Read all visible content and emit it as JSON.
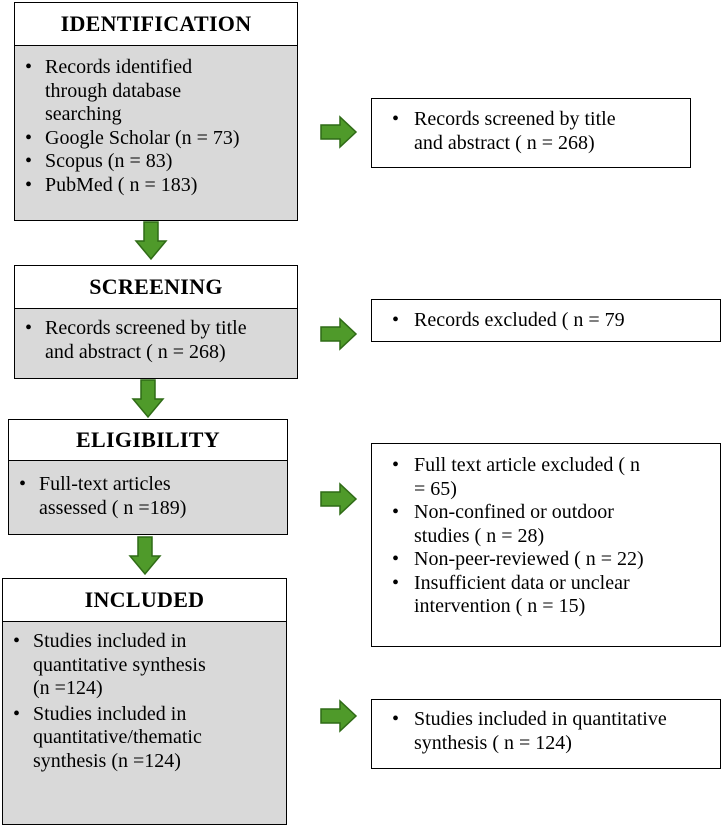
{
  "stages": [
    {
      "header": "IDENTIFICATION",
      "items": [
        "Records identified through database searching",
        "Google Scholar (n = 73)",
        "Scopus (n = 83)",
        "PubMed ( n = 183)"
      ]
    },
    {
      "header": "SCREENING",
      "items": [
        "Records screened by title and abstract ( n = 268)"
      ]
    },
    {
      "header": "ELIGIBILITY",
      "items": [
        "Full-text articles assessed ( n =189)"
      ]
    },
    {
      "header": "INCLUDED",
      "items": [
        "Studies included in quantitative synthesis (n =124)",
        "Studies included in quantitative/thematic synthesis (n =124)"
      ]
    }
  ],
  "side_boxes": [
    {
      "items": [
        "Records screened by title and abstract ( n = 268)"
      ]
    },
    {
      "items": [
        "Records excluded ( n = 79"
      ]
    },
    {
      "items": [
        "Full text article excluded ( n = 65)",
        "Non-confined or outdoor studies ( n = 28)",
        "Non-peer-reviewed ( n = 22)",
        "Insufficient data or unclear intervention ( n = 15)"
      ]
    },
    {
      "items": [
        "Studies included in quantitative synthesis ( n = 124)"
      ]
    }
  ],
  "colors": {
    "arrow_fill": "#4f9a2a",
    "arrow_stroke": "#2f6b16",
    "box_fill": "#d9d9d9"
  }
}
